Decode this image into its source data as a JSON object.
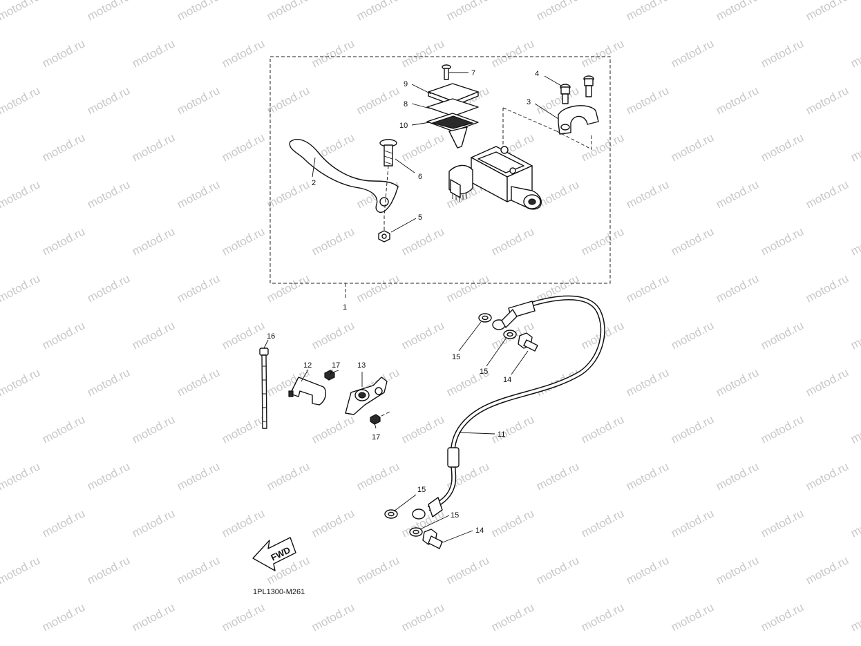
{
  "diagram": {
    "code": "1PL1300-M261",
    "fwd_label": "FWD",
    "watermark": "motod.ru",
    "callouts": [
      "1",
      "2",
      "3",
      "4",
      "5",
      "6",
      "7",
      "8",
      "9",
      "10",
      "11",
      "12",
      "13",
      "14",
      "14",
      "15",
      "15",
      "15",
      "15",
      "16",
      "17",
      "17"
    ]
  }
}
